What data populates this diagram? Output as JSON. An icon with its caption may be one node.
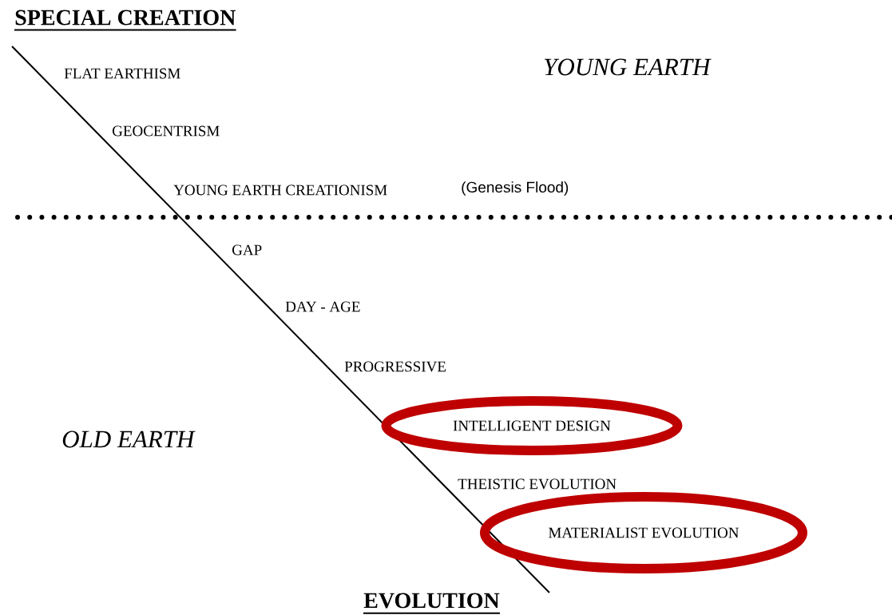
{
  "diagram": {
    "nodes": [
      {
        "text": [
          "INTELLIGENT DESIGN"
        ]
      },
      {
        "text": [
          "MATERIALIST EVOLUTION"
        ]
      }
    ],
    "labels": [
      "SPECIAL CREATION",
      "FLAT EARTHISM",
      "YOUNG EARTH",
      "GEOCENTRISM",
      "YOUNG EARTH CREATIONISM",
      "(Genesis Flood)",
      "GAP",
      "DAY - AGE",
      "PROGRESSIVE",
      "OLD EARTH",
      "THEISTIC EVOLUTION",
      "EVOLUTION"
    ]
  }
}
